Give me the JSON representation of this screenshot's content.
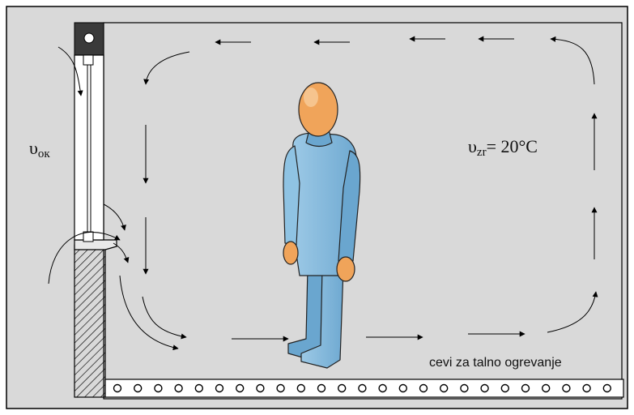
{
  "labels": {
    "window_temp_symbol": "υ",
    "window_temp_sub": "oк",
    "room_temp_symbol": "υ",
    "room_temp_sub": "zr",
    "room_temp_value": "= 20°C",
    "floor_pipes": "cevi za talno ogrevanje"
  },
  "colors": {
    "background": "#d9d9d9",
    "frame": "#000000",
    "skin": "#f0a45a",
    "clothing": "#8fc3e3",
    "clothing_dark": "#6aa6cf",
    "arrow": "#000000"
  },
  "icons": [
    "person-figure",
    "window",
    "floor-heating-pipes",
    "airflow-arrows"
  ]
}
